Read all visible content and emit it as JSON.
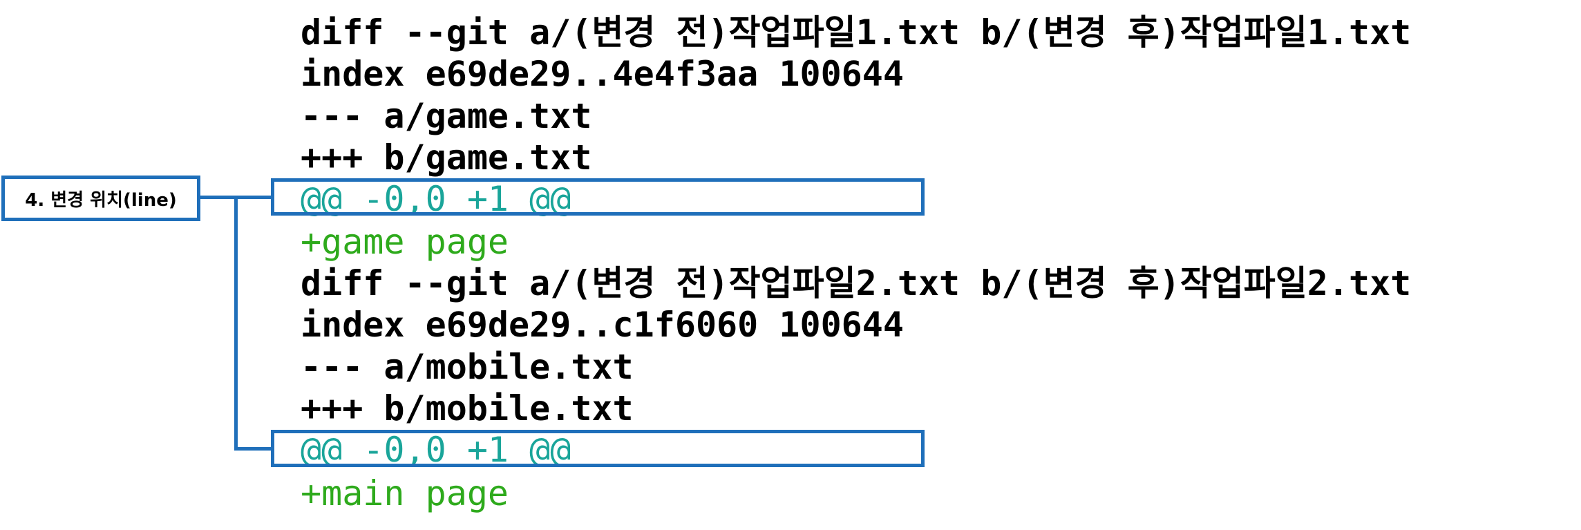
{
  "callout": {
    "label": "4. 변경 위치(line)"
  },
  "diff_lines": [
    {
      "text": "diff --git a/(변경 전)작업파일1.txt b/(변경 후)작업파일1.txt",
      "kind": "header"
    },
    {
      "text": "index e69de29..4e4f3aa 100644",
      "kind": "header"
    },
    {
      "text": "--- a/game.txt",
      "kind": "header"
    },
    {
      "text": "+++ b/game.txt",
      "kind": "header"
    },
    {
      "text": "@@ -0,0 +1 @@",
      "kind": "hunk"
    },
    {
      "text": "+game page",
      "kind": "added"
    },
    {
      "text": "diff --git a/(변경 전)작업파일2.txt b/(변경 후)작업파일2.txt",
      "kind": "header"
    },
    {
      "text": "index e69de29..c1f6060 100644",
      "kind": "header"
    },
    {
      "text": "--- a/mobile.txt",
      "kind": "header"
    },
    {
      "text": "+++ b/mobile.txt",
      "kind": "header"
    },
    {
      "text": "@@ -0,0 +1 @@",
      "kind": "hunk"
    },
    {
      "text": "+main page",
      "kind": "added"
    }
  ],
  "colors": {
    "header_text": "#000000",
    "hunk_text": "#1aa59a",
    "added_text": "#2eaa1c",
    "highlight_border": "#1f6fba"
  }
}
